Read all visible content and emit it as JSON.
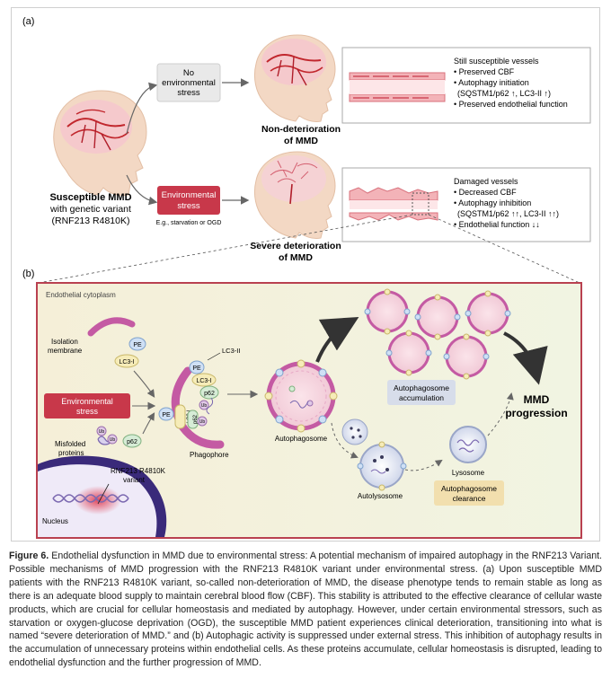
{
  "panel_a": {
    "label": "(a)",
    "brain_left_title": "Susceptible MMD",
    "brain_left_line2": "with genetic variant",
    "brain_left_line3": "(RNF213 R4810K)",
    "no_env_line1": "No",
    "no_env_line2": "environmental",
    "no_env_line3": "stress",
    "env_line1": "Environmental",
    "env_line2": "stress",
    "env_example": "E.g., starvation or OGD",
    "nondet_line1": "Non-deterioration",
    "nondet_line2": "of MMD",
    "severe_line1": "Severe deterioration",
    "severe_line2": "of MMD",
    "box_top": [
      "Still susceptible vessels",
      "• Preserved CBF",
      "• Autophagy initiation",
      "  (SQSTM1/p62 ↑, LC3-II ↑)",
      "• Preserved endothelial function"
    ],
    "box_bottom": [
      "Damaged vessels",
      "• Decreased CBF",
      "• Autophagy inhibition",
      "  (SQSTM1/p62 ↑↑, LC3-II ↑↑)",
      "• Endothelial function ↓↓"
    ]
  },
  "panel_b": {
    "label": "(b)",
    "cytoplasm": "Endothelial cytoplasm",
    "isolation_line1": "Isolation",
    "isolation_line2": "membrane",
    "pe": "PE",
    "lc3i": "LC3-I",
    "lc3ii": "LC3-II",
    "p62": "p62",
    "ub": "Ub",
    "env_line1": "Environmental",
    "env_line2": "stress",
    "misfolded_line1": "Misfolded",
    "misfolded_line2": "proteins",
    "phagophore": "Phagophore",
    "autophagosome": "Autophagosome",
    "accum_line1": "Autophagosome",
    "accum_line2": "accumulation",
    "mmd_line1": "MMD",
    "mmd_line2": "progression",
    "rnf_line1": "RNF213 R4810K",
    "rnf_line2": "variant",
    "nucleus": "Nucleus",
    "autolysosome": "Autolysosome",
    "lysosome": "Lysosome",
    "clear_line1": "Autophagosome",
    "clear_line2": "clearance"
  },
  "caption": {
    "label": "Figure 6.",
    "text": " Endothelial dysfunction in MMD due to environmental stress: A potential mechanism of impaired autophagy in the RNF213 Variant. Possible mechanisms of MMD progression with the RNF213 R4810K variant under environmental stress. (a) Upon susceptible MMD patients with the RNF213 R4810K variant, so-called non-deterioration of MMD, the disease phenotype tends to remain stable as long as there is an adequate blood supply to maintain cerebral blood flow (CBF). This stability is attributed to the effective clearance of cellular waste products, which are crucial for cellular homeostasis and mediated by autophagy. However, under certain environmental stressors, such as starvation or oxygen-glucose deprivation (OGD), the susceptible MMD patient experiences clinical deterioration, transitioning into what is named “severe deterioration of MMD.” and (b) Autophagic activity is suppressed under external stress. This inhibition of autophagy results in the accumulation of unnecessary proteins within endothelial cells. As these proteins accumulate, cellular homeostasis is disrupted, leading to endothelial dysfunction and the further progression of MMD."
  },
  "colors": {
    "accent_red": "#c8384a",
    "frame_red": "#b94150",
    "vessel_pink": "#f3b3b8",
    "cytoplasm_bg": "#f4f2df",
    "nucleus_purple": "#3a2a7a"
  }
}
